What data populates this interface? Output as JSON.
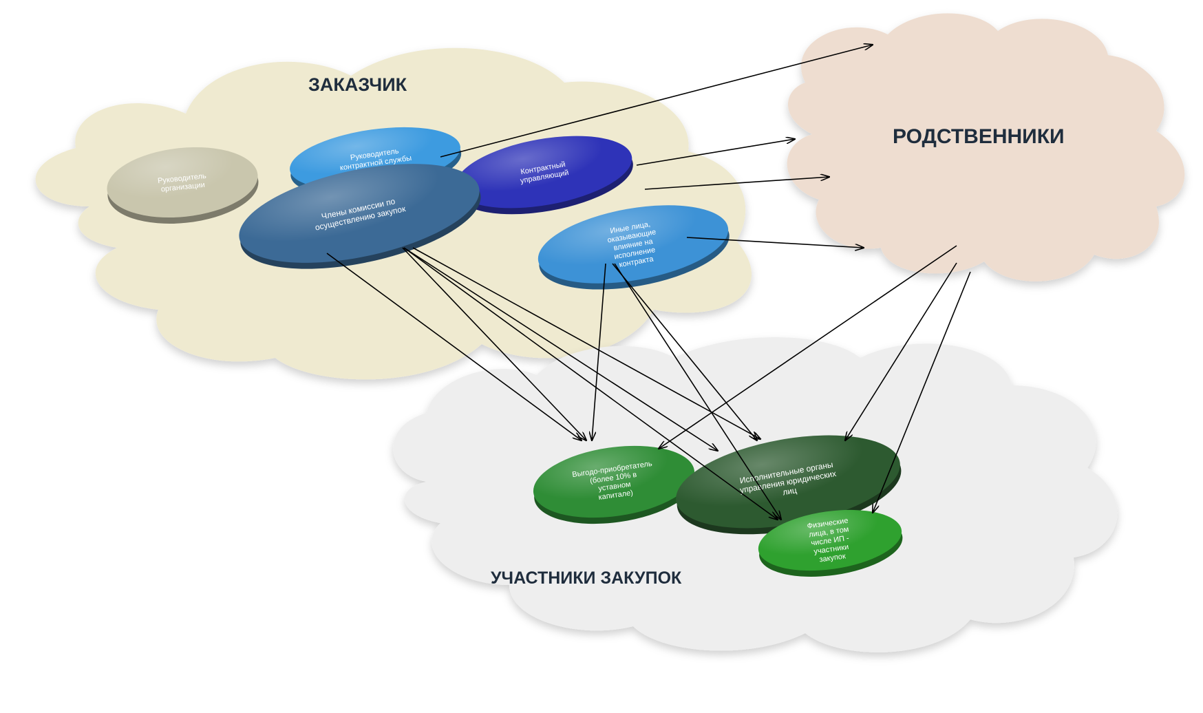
{
  "groups": {
    "customer": {
      "label": "ЗАКАЗЧИК",
      "color": "#efead0"
    },
    "relatives": {
      "label": "РОДСТВЕННИКИ",
      "color": "#eeddd0"
    },
    "participants": {
      "label": "УЧАСТНИКИ ЗАКУПОК",
      "color": "#eeeeee"
    }
  },
  "nodes": {
    "head": {
      "text": "Руководитель организации",
      "color": "#c9c6ad"
    },
    "service": {
      "text": "Руководитель контрактной службы",
      "color": "#3d9be0"
    },
    "commission": {
      "text": "Члены комиссии по осуществлению закупок",
      "color": "#3c6a96"
    },
    "manager": {
      "text": "Контрактный управляющий",
      "color": "#2e33b8"
    },
    "others": {
      "text": "Иные лица, оказывающие влияние на исполнение контракта",
      "color": "#3d92d6"
    },
    "beneficiary": {
      "text": "Выгодо-приобретатель (более 10% в уставном капитале)",
      "color": "#2f8d36"
    },
    "executives": {
      "text": "Исполнительные органы управления юридических лиц",
      "color": "#2d5a30"
    },
    "individuals": {
      "text": "Физические лица, в том числе ИП - участники закупок",
      "color": "#2fa12f"
    }
  },
  "colors": {
    "arrow": "#000000",
    "label": "#1f2d3d"
  }
}
